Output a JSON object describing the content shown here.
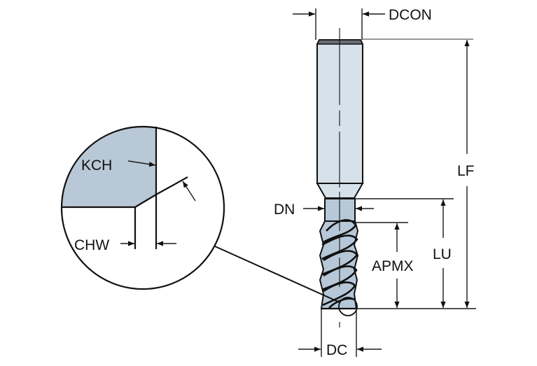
{
  "diagram": {
    "subject": "Solid end mill with corner chamfer",
    "colors": {
      "tool_fill": "#d6e1ea",
      "neck_fill": "#b7c9d8",
      "flute_fill": "#b6c8d7",
      "detail_fill": "#b8c8d6",
      "line": "#111111",
      "chamfer_top": "#555555"
    },
    "labels": {
      "dcon": "DCON",
      "lf": "LF",
      "dn": "DN",
      "lu": "LU",
      "apmx": "APMX",
      "dc": "DC",
      "kch": "KCH",
      "chw": "CHW"
    },
    "detail_view": {
      "description": "Magnified corner chamfer detail",
      "labels": [
        "KCH",
        "CHW"
      ]
    }
  }
}
